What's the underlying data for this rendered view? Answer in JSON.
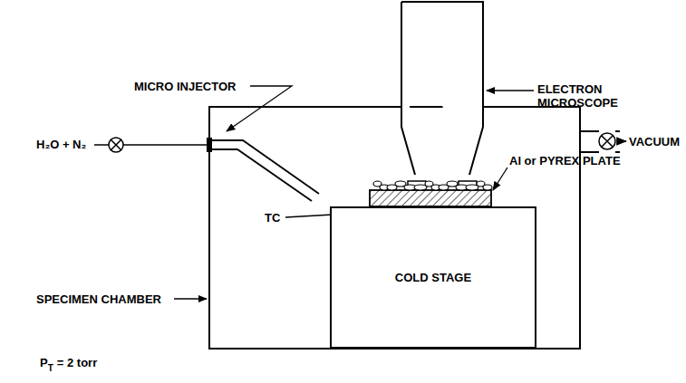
{
  "diagram": {
    "nodes": [
      {
        "text": [
          "COLD STAGE"
        ]
      }
    ],
    "labels": [
      "ELECTRON MICROSCOPE",
      "MICRO INJECTOR",
      "H₂O + N₂",
      "VACUUM",
      "Al or PYREX PLATE",
      "TC",
      "SPECIMEN CHAMBER",
      "P",
      "T",
      "= 2 torr"
    ]
  }
}
